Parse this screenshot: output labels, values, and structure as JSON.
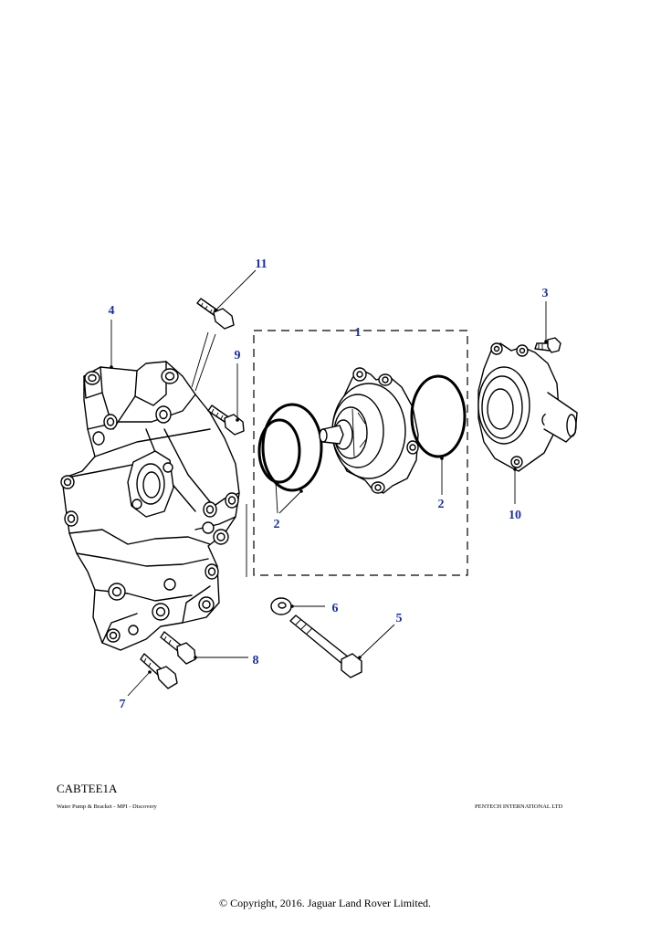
{
  "callouts": {
    "c1": "1",
    "c2a": "2",
    "c2b": "2",
    "c3": "3",
    "c4": "4",
    "c5": "5",
    "c6": "6",
    "c7": "7",
    "c8": "8",
    "c9": "9",
    "c10": "10",
    "c11": "11"
  },
  "footer": {
    "diagram_code": "CABTEE1A",
    "caption": "Water Pump & Bracket - MPI - Discovery",
    "publisher": "PENTECH INTERNATIONAL LTD",
    "copyright": "© Copyright, 2016. Jaguar Land Rover Limited."
  }
}
